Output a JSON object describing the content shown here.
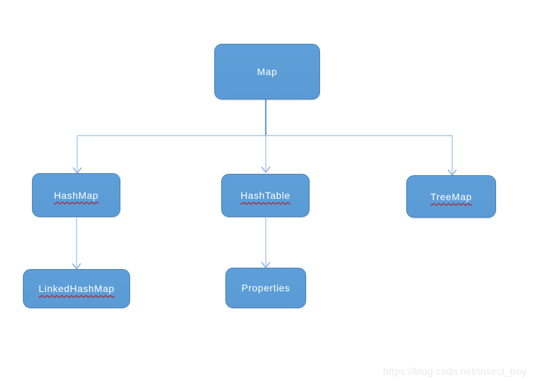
{
  "diagram": {
    "type": "tree",
    "nodes": [
      {
        "id": "map",
        "label": "Map",
        "spellcheck_underline": false
      },
      {
        "id": "hashmap",
        "label": "HashMap",
        "spellcheck_underline": true
      },
      {
        "id": "hashtable",
        "label": "HashTable",
        "spellcheck_underline": true
      },
      {
        "id": "treemap",
        "label": "TreeMap",
        "spellcheck_underline": true
      },
      {
        "id": "linkedhashmap",
        "label": "LinkedHashMap",
        "spellcheck_underline": true
      },
      {
        "id": "properties",
        "label": "Properties",
        "spellcheck_underline": false
      }
    ],
    "edges": [
      {
        "from": "map",
        "to": "hashmap"
      },
      {
        "from": "map",
        "to": "hashtable"
      },
      {
        "from": "map",
        "to": "treemap"
      },
      {
        "from": "hashmap",
        "to": "linkedhashmap"
      },
      {
        "from": "hashtable",
        "to": "properties"
      }
    ],
    "colors": {
      "node_fill": "#5b9bd5",
      "node_fill_top": "#5e9fd8",
      "node_border": "#4a7fb5",
      "node_text": "#ffffff",
      "connector": "#a9c7e8",
      "connector_stub": "#6b9bd2",
      "arrowhead": "#7fa9d9",
      "spellcheck": "#c00000",
      "watermark_color": "#e9e9e9"
    }
  },
  "watermark": {
    "text": "https://blog.csdn.net/Insect_boy"
  }
}
